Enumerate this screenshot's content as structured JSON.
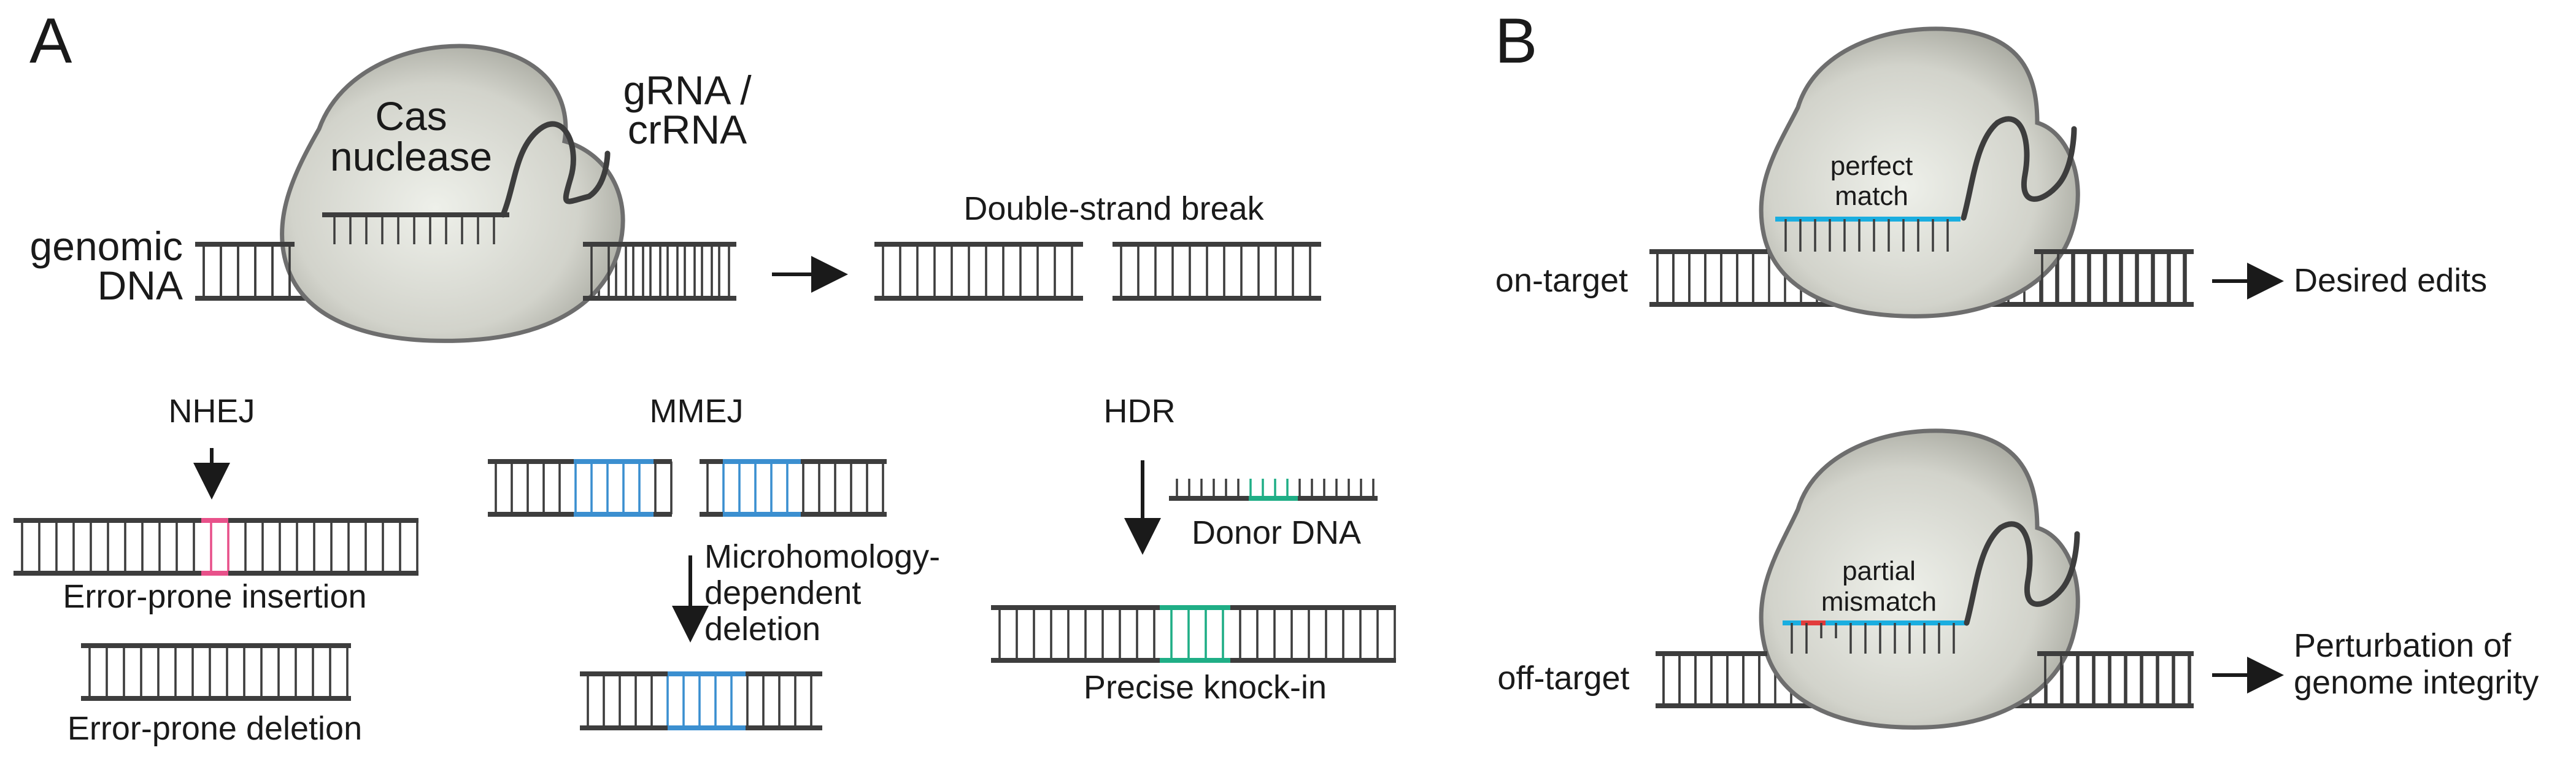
{
  "colors": {
    "strand": "#3d3d3d",
    "insertion": "#e8518a",
    "microhomology": "#3b8fd0",
    "donor": "#1fae86",
    "guide_match": "#1aaee0",
    "mismatch": "#e23b3b",
    "nuclease_fill": "#d3d4cc",
    "nuclease_stroke": "#6e6e6e"
  },
  "panel_a": {
    "letter": "A",
    "nuclease": {
      "line1": "Cas",
      "line2": "nuclease"
    },
    "guide": {
      "line1": "gRNA /",
      "line2": "crRNA"
    },
    "dna": {
      "line1": "genomic",
      "line2": "DNA"
    },
    "dsb_label": "Double-strand break",
    "nhej": {
      "title": "NHEJ",
      "insertion": "Error-prone insertion",
      "deletion": "Error-prone deletion"
    },
    "mmej": {
      "title": "MMEJ",
      "step1": "Microhomology-",
      "step2": "dependent",
      "step3": "deletion"
    },
    "hdr": {
      "title": "HDR",
      "donor": "Donor DNA",
      "result": "Precise knock-in"
    }
  },
  "panel_b": {
    "letter": "B",
    "on_target": {
      "label": "on-target",
      "match_line1": "perfect",
      "match_line2": "match",
      "outcome": "Desired edits"
    },
    "off_target": {
      "label": "off-target",
      "match_line1": "partial",
      "match_line2": "mismatch",
      "outcome_line1": "Perturbation of",
      "outcome_line2": "genome integrity"
    }
  }
}
